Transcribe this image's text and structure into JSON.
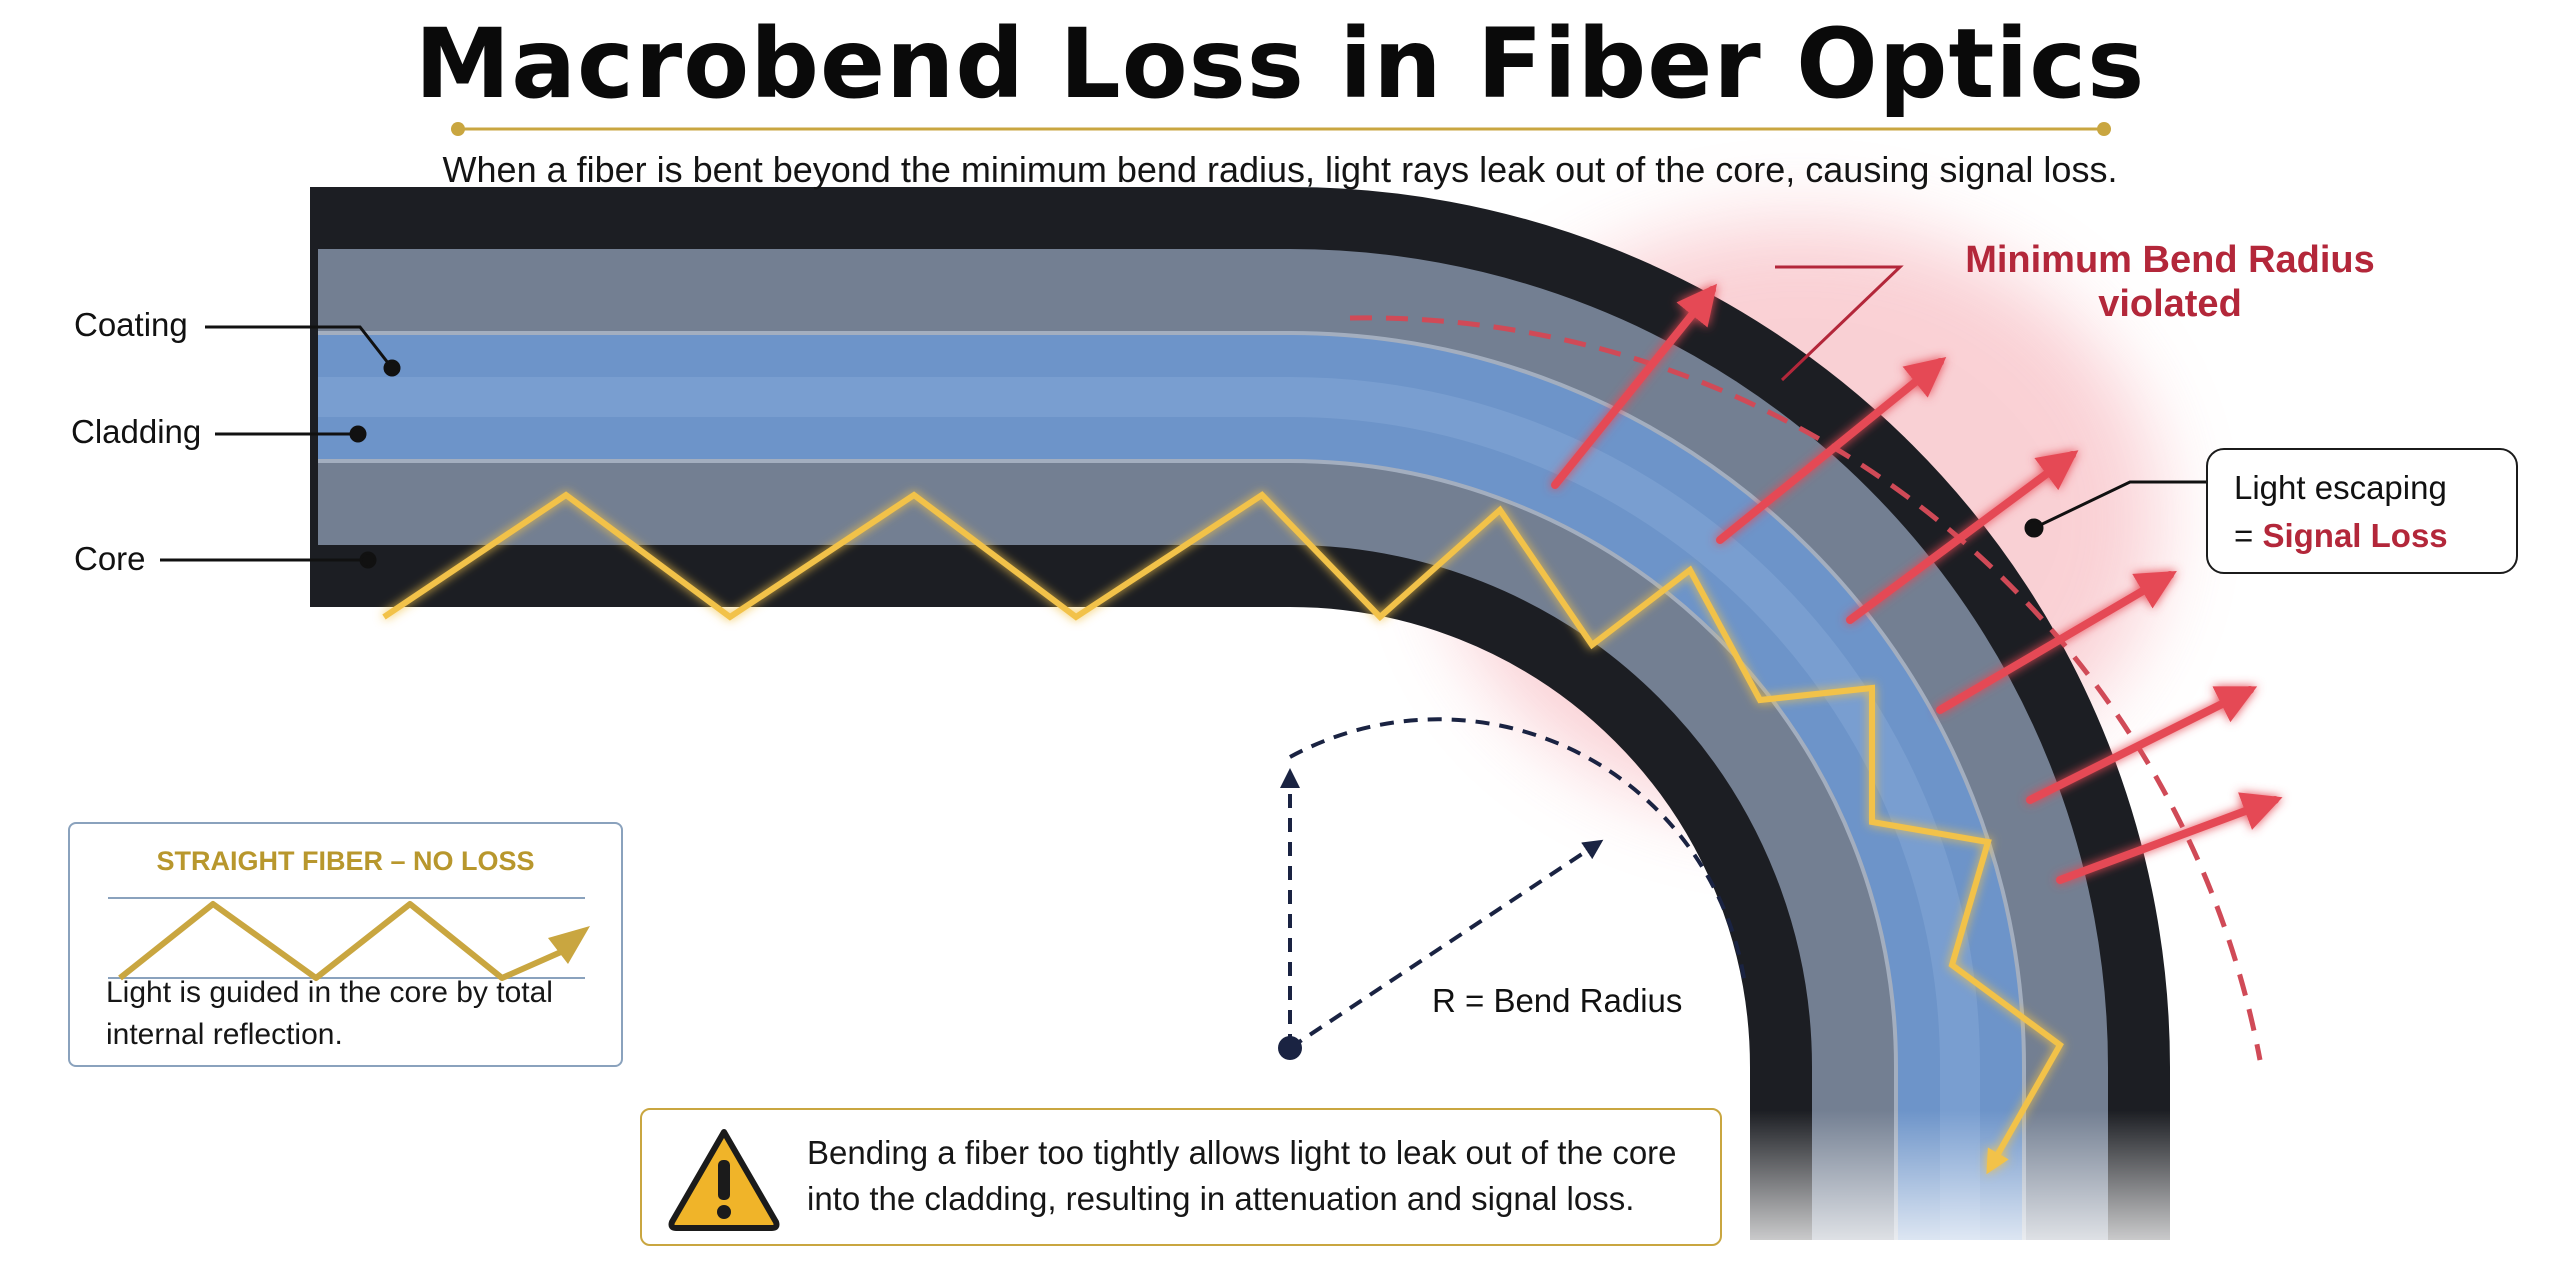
{
  "title": "Macrobend Loss in Fiber Optics",
  "subtitle": "When a fiber is bent beyond the minimum bend radius, light rays leak out of the core, causing signal loss.",
  "layers": {
    "coating": "Coating",
    "cladding": "Cladding",
    "core": "Core"
  },
  "warning_label": {
    "line1": "Minimum Bend Radius",
    "line2": "violated"
  },
  "callout": {
    "line1": "Light escaping",
    "prefix": "= ",
    "emphasis": "Signal Loss"
  },
  "radius_label": "R = Bend Radius",
  "legend": {
    "title": "STRAIGHT FIBER – NO LOSS",
    "text": "Light is guided in the core by total internal reflection."
  },
  "note": {
    "text": "Bending a fiber too tightly allows light to leak out of the core into the cladding, resulting in attenuation and signal loss."
  },
  "colors": {
    "coating": "#1c1e23",
    "cladding": "#737f92",
    "core": "#6d94c9",
    "ray": "#f2c24a",
    "leak": "#e54a55",
    "accent_gold": "#c9a640",
    "warning_red": "#b3273a"
  },
  "icons": {
    "warning": "warning-triangle-icon",
    "pivot": "radius-center-icon"
  }
}
